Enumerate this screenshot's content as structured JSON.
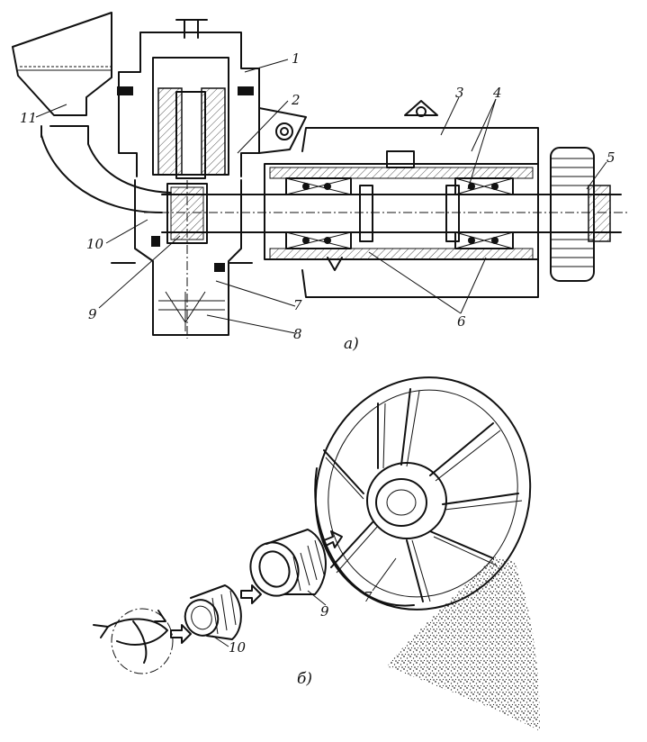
{
  "figure_a": {
    "caption": "a)",
    "callouts": [
      "1",
      "2",
      "3",
      "4",
      "5",
      "6",
      "7",
      "8",
      "9",
      "10",
      "11"
    ]
  },
  "figure_b": {
    "caption": "б)",
    "callouts": [
      "10",
      "9",
      "7"
    ]
  }
}
